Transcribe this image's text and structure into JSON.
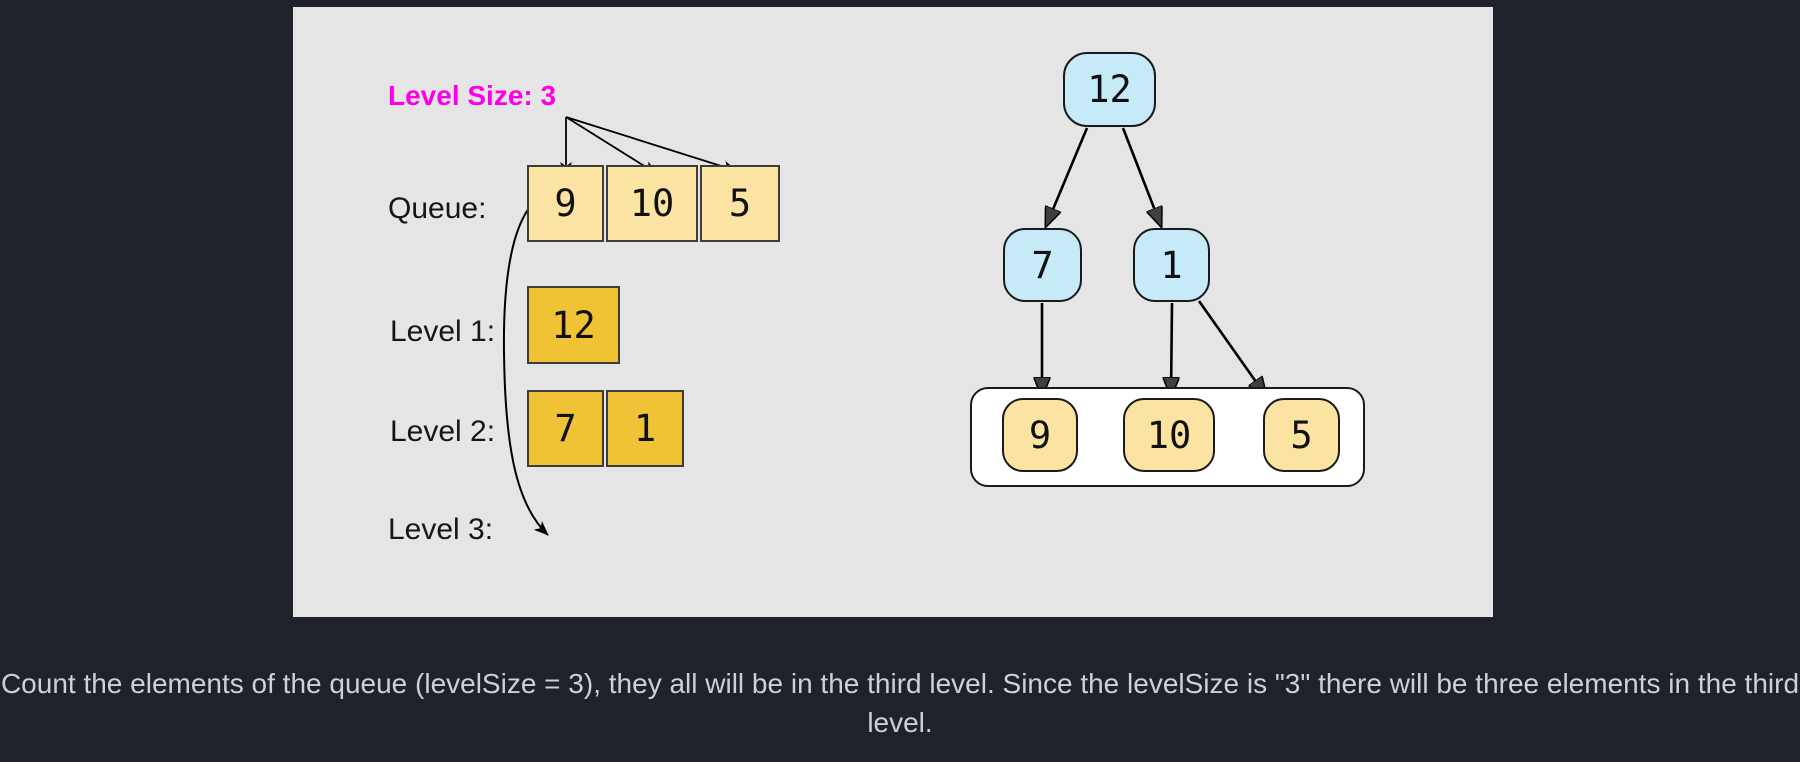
{
  "diagram": {
    "level_size_label": "Level Size: 3",
    "queue": {
      "label": "Queue:",
      "items": [
        "9",
        "10",
        "5"
      ]
    },
    "levels": [
      {
        "label": "Level 1:",
        "items": [
          "12"
        ]
      },
      {
        "label": "Level 2:",
        "items": [
          "7",
          "1"
        ]
      },
      {
        "label": "Level 3:",
        "items": []
      }
    ],
    "tree": {
      "root": "12",
      "level2": [
        "7",
        "1"
      ],
      "level3": [
        "9",
        "10",
        "5"
      ]
    }
  },
  "caption": {
    "line1": "Count the elements of the queue (levelSize = 3), they all will be in the third level. Since the levelSize is \"3\" there will be three elements in the third",
    "line2": "level."
  },
  "colors": {
    "background": "#1f212b",
    "panel": "#e5e5e5",
    "level_size_text": "#fb00e8",
    "queue_cell": "#fbe3a2",
    "level_cell": "#f0c235",
    "tree_node_blue": "#c7eaf9",
    "tree_node_leaf": "#fbe3a2",
    "caption_text": "#cdd0d5"
  }
}
